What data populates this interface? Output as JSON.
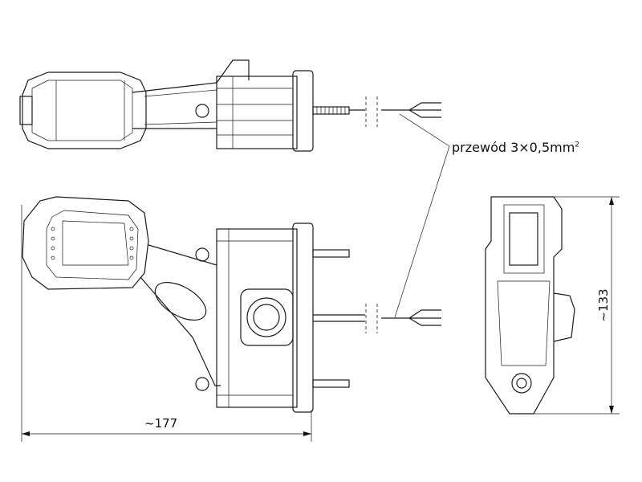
{
  "labels": {
    "wire_label": "przewód 3×0,5mm",
    "wire_label_sup": "2",
    "width_dimension": "~177",
    "height_dimension": "~133"
  }
}
